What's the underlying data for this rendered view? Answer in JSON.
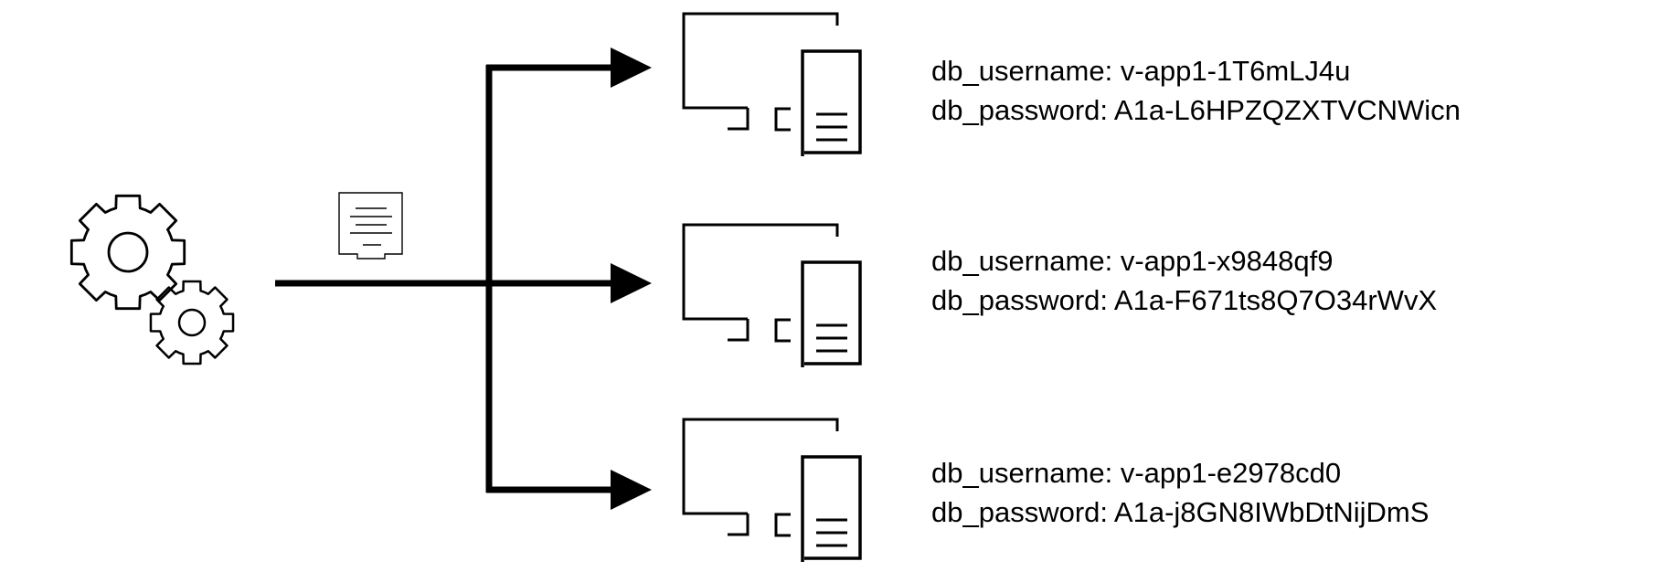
{
  "credentials": [
    {
      "username_key": "db_username",
      "username_value": "v-app1-1T6mLJ4u",
      "password_key": "db_password",
      "password_value": "A1a-L6HPZQZXTVCNWicn"
    },
    {
      "username_key": "db_username",
      "username_value": "v-app1-x9848qf9",
      "password_key": "db_password",
      "password_value": "A1a-F671ts8Q7O34rWvX"
    },
    {
      "username_key": "db_username",
      "username_value": "v-app1-e2978cd0",
      "password_key": "db_password",
      "password_value": "A1a-j8GN8IWbDtNijDmS"
    }
  ],
  "separator": ": ",
  "icons": {
    "source": "gears-icon",
    "payload": "document-icon",
    "targets": "application-server-icon"
  },
  "colors": {
    "stroke": "#000000",
    "background": "#ffffff"
  }
}
